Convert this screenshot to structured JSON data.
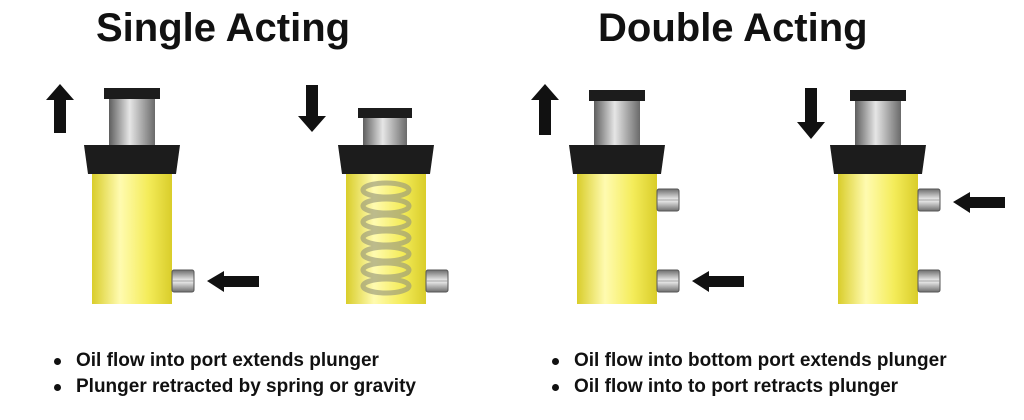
{
  "colors": {
    "cylinder_body": "#f4ec5a",
    "cylinder_highlight": "#fffbb0",
    "cylinder_shade": "#d9cd2a",
    "cap": "#1c1c1c",
    "rod": "#8d8d8d",
    "arrow": "#111111"
  },
  "single_acting": {
    "title": "Single Acting",
    "bullets": [
      "Oil flow into port extends plunger",
      "Plunger retracted by spring or gravity"
    ],
    "extend": {
      "rod_direction": "up",
      "ports": [
        {
          "position": "bottom",
          "inflow_arrow": true
        }
      ]
    },
    "retract": {
      "rod_direction": "down",
      "spring_visible": true,
      "ports": [
        {
          "position": "bottom",
          "inflow_arrow": false
        }
      ]
    }
  },
  "double_acting": {
    "title": "Double Acting",
    "bullets": [
      "Oil flow into bottom port extends plunger",
      "Oil flow into to port retracts plunger"
    ],
    "extend": {
      "rod_direction": "up",
      "ports": [
        {
          "position": "top",
          "inflow_arrow": false
        },
        {
          "position": "bottom",
          "inflow_arrow": true
        }
      ]
    },
    "retract": {
      "rod_direction": "down",
      "ports": [
        {
          "position": "top",
          "inflow_arrow": true
        },
        {
          "position": "bottom",
          "inflow_arrow": false
        }
      ]
    }
  }
}
